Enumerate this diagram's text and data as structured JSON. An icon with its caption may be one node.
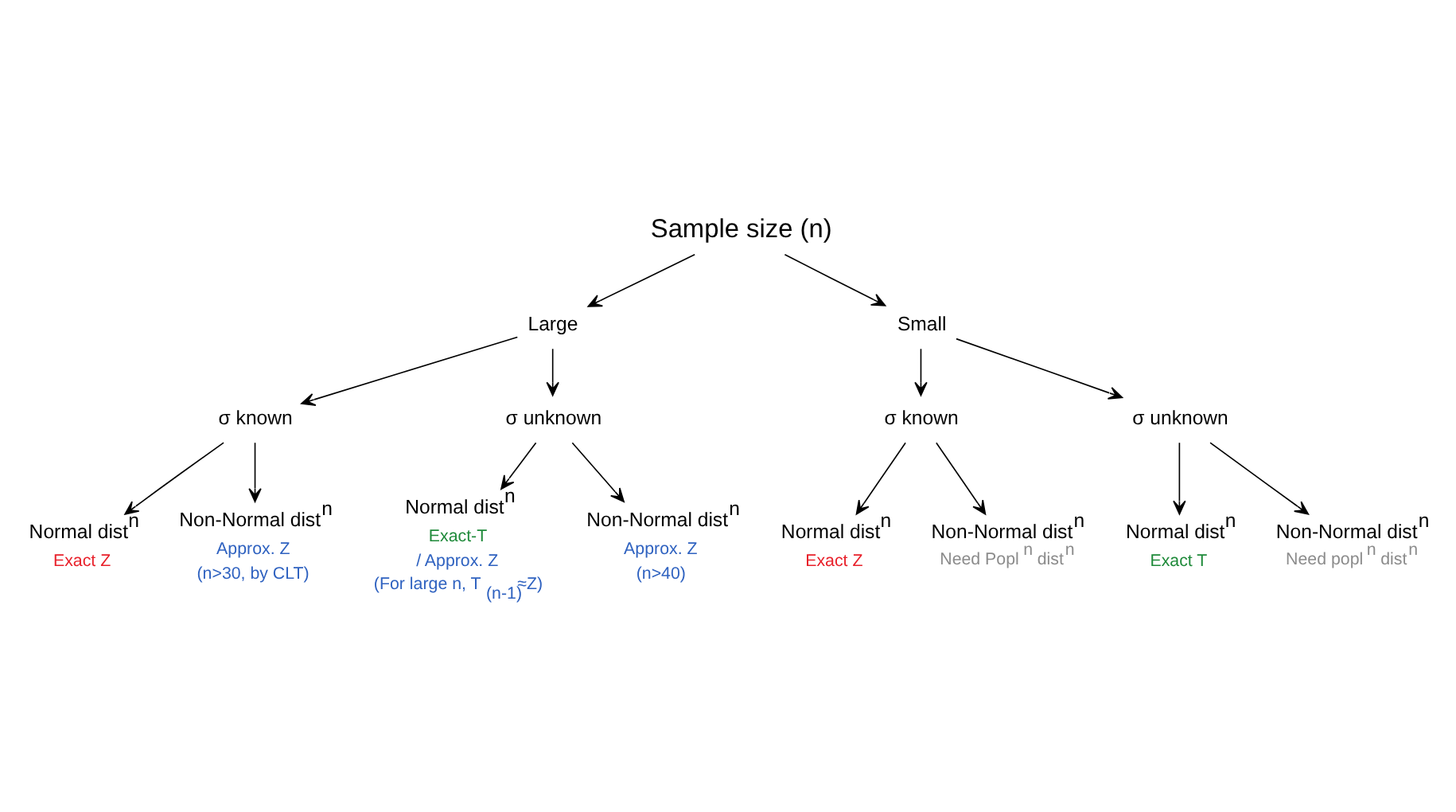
{
  "diagram": {
    "nodes": [
      {
        "text": [
          "Sample size (n)"
        ]
      },
      {
        "text": [
          "Large"
        ]
      },
      {
        "text": [
          "Small"
        ]
      },
      {
        "text": [
          "σ known"
        ]
      },
      {
        "text": [
          "σ unknown"
        ]
      },
      {
        "text": [
          "σ known"
        ]
      },
      {
        "text": [
          "σ unknown"
        ]
      },
      {
        "text": [
          "Normal dist$^{n}$"
        ],
        "beside": [
          "Exact Z"
        ]
      },
      {
        "text": [
          "Non-Normal dist$^{n}$"
        ],
        "beside": [
          "Approx. Z",
          "(n>30, by CLT)"
        ]
      },
      {
        "text": [
          "Normal dist$^{n}$"
        ],
        "beside": [
          "Exact-T",
          "/ Approx. Z",
          "(For large n, T$_{(n-1)}$≈Z)"
        ]
      },
      {
        "text": [
          "Non-Normal dist$^{n}$"
        ],
        "beside": [
          "Approx. Z",
          "(n>40)"
        ]
      },
      {
        "text": [
          "Normal dist$^{n}$"
        ],
        "beside": [
          "Exact Z"
        ]
      },
      {
        "text": [
          "Non-Normal dist$^{n}$"
        ],
        "beside": [
          "Need Popl$^{n}$ dist$^{n}$"
        ]
      },
      {
        "text": [
          "Normal dist$^{n}$"
        ],
        "beside": [
          "Exact T"
        ]
      },
      {
        "text": [
          "Non-Normal dist$^{n}$"
        ],
        "beside": [
          "Need popl$^{n}$ dist$^{n}$"
        ]
      }
    ],
    "edges": [
      {
        "from": 0,
        "to": 1,
        "arrow": "to"
      },
      {
        "from": 0,
        "to": 2,
        "arrow": "to"
      },
      {
        "from": 1,
        "to": 3,
        "arrow": "to"
      },
      {
        "from": 1,
        "to": 4,
        "arrow": "to"
      },
      {
        "from": 2,
        "to": 5,
        "arrow": "to"
      },
      {
        "from": 2,
        "to": 6,
        "arrow": "to"
      },
      {
        "from": 3,
        "to": 7,
        "arrow": "to"
      },
      {
        "from": 3,
        "to": 8,
        "arrow": "to"
      },
      {
        "from": 4,
        "to": 9,
        "arrow": "to"
      },
      {
        "from": 4,
        "to": 10,
        "arrow": "to"
      },
      {
        "from": 5,
        "to": 11,
        "arrow": "to"
      },
      {
        "from": 5,
        "to": 12,
        "arrow": "to"
      },
      {
        "from": 6,
        "to": 13,
        "arrow": "to"
      },
      {
        "from": 6,
        "to": 14,
        "arrow": "to"
      }
    ]
  }
}
